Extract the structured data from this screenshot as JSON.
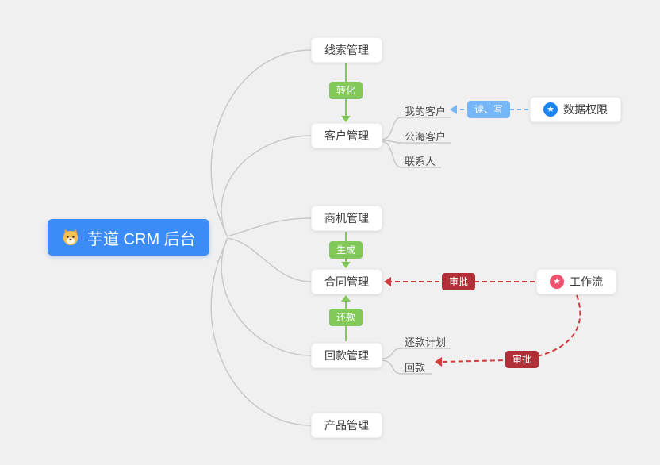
{
  "root": {
    "label": "芋道 CRM 后台"
  },
  "branches": [
    {
      "id": "leads",
      "label": "线索管理"
    },
    {
      "id": "customers",
      "label": "客户管理"
    },
    {
      "id": "opportunities",
      "label": "商机管理"
    },
    {
      "id": "contracts",
      "label": "合同管理"
    },
    {
      "id": "receivables",
      "label": "回款管理"
    },
    {
      "id": "products",
      "label": "产品管理"
    }
  ],
  "customer_children": [
    {
      "label": "我的客户"
    },
    {
      "label": "公海客户"
    },
    {
      "label": "联系人"
    }
  ],
  "receivable_children": [
    {
      "label": "还款计划"
    },
    {
      "label": "回款"
    }
  ],
  "side_nodes": {
    "data_permission": {
      "label": "数据权限",
      "icon": "star-in-blue-circle"
    },
    "workflow": {
      "label": "工作流",
      "icon": "star-in-red-circle"
    }
  },
  "edges": [
    {
      "from": "线索管理",
      "to": "客户管理",
      "label": "转化",
      "style": "green-solid-arrow-down"
    },
    {
      "from": "商机管理",
      "to": "合同管理",
      "label": "生成",
      "style": "green-solid-arrow-down"
    },
    {
      "from": "回款管理",
      "to": "合同管理",
      "label": "还款",
      "style": "green-solid-arrow-up"
    },
    {
      "from": "数据权限",
      "to": "我的客户",
      "label": "读、写",
      "style": "blue-dashed-arrow-left"
    },
    {
      "from": "工作流",
      "to": "合同管理",
      "label": "审批",
      "style": "red-dashed-arrow-left"
    },
    {
      "from": "工作流",
      "to": "回款",
      "label": "审批",
      "style": "red-dashed-arrow-left"
    }
  ],
  "colors": {
    "background": "#f0f0f0",
    "root_bg": "#3c8cf7",
    "green": "#82c95a",
    "blue": "#74b6f8",
    "red_badge": "#b12f36",
    "red_line": "#d23c3c",
    "gray_line": "#c9c9c9",
    "star_blue": "#1b84f2",
    "star_red": "#f0516e"
  }
}
